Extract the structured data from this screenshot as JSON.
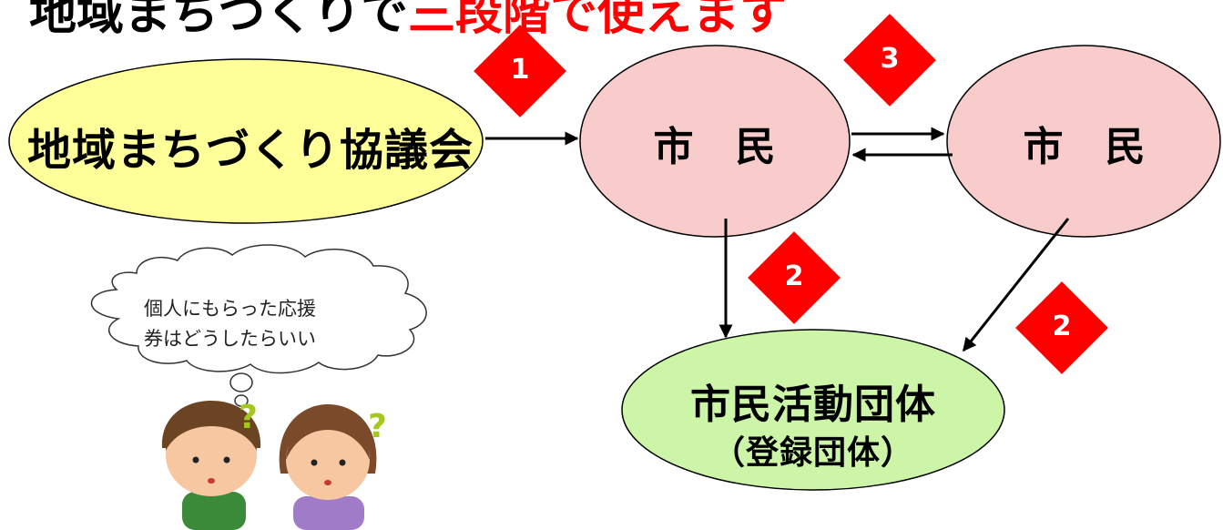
{
  "header": {
    "text_black": "地域まちづくりで",
    "text_red": "三段階で使えます",
    "color_black": "#000000",
    "color_red": "#ff0000"
  },
  "nodes": {
    "council": {
      "label": "地域まちづくり協議会",
      "color": "#ffff99"
    },
    "citizen_a": {
      "label": "市　民",
      "color": "#f9cccc"
    },
    "citizen_b": {
      "label": "市　民",
      "color": "#f9cccc"
    },
    "group": {
      "label": "市民活動団体",
      "sublabel": "（登録団体）",
      "color": "#ccf5a8"
    }
  },
  "steps": {
    "step1": "1",
    "step2a": "2",
    "step2b": "2",
    "step3": "3",
    "badge_color": "#ff0000"
  },
  "thought_bubble": {
    "line1": "個人にもらった応援",
    "line2": "券はどうしたらいい"
  },
  "people": {
    "mark": "?"
  }
}
